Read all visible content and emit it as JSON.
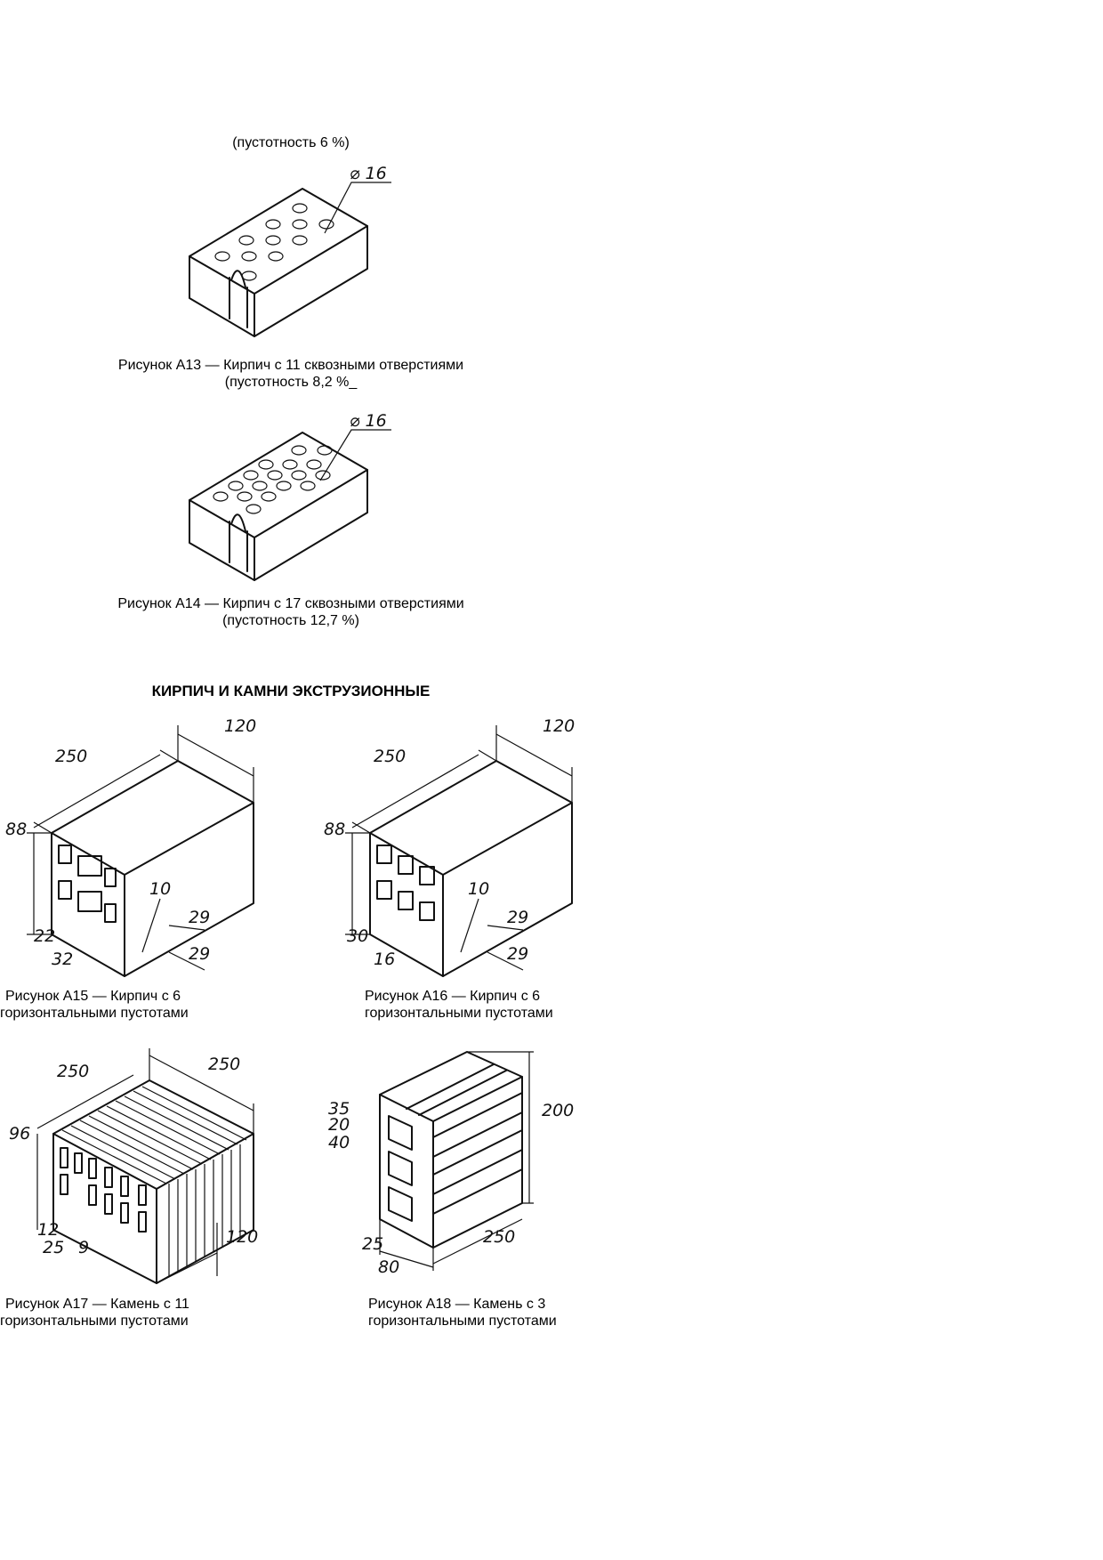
{
  "captions": {
    "top_note": "(пустотность 6 %)",
    "a13_line1": "Рисунок А13 — Кирпич с 11 сквозными отверстиями",
    "a13_line2": "(пустотность 8,2 %_",
    "a14_line1": "Рисунок А14 — Кирпич с 17 сквозными отверстиями",
    "a14_line2": "(пустотность 12,7 %)",
    "a15_line1": "Рисунок А15 — Кирпич с 6",
    "a15_line2": "горизонтальными пустотами",
    "a16_line1": "Рисунок А16 — Кирпич с 6",
    "a16_line2": "горизонтальными пустотами",
    "a17_line1": "Рисунок А17 — Камень с 11",
    "a17_line2": "горизонтальными пустотами",
    "a18_line1": "Рисунок А18 — Камень с 3",
    "a18_line2": "горизонтальными пустотами"
  },
  "section_heading": "КИРПИЧ И КАМНИ ЭКСТРУЗИОННЫЕ",
  "figures": {
    "a13": {
      "hole_dim": "⌀ 16"
    },
    "a14": {
      "hole_dim": "⌀ 16"
    },
    "a15": {
      "length": "250",
      "width": "120",
      "height": "88",
      "d1": "10",
      "d2": "29",
      "d3": "29",
      "d4": "22",
      "d5": "32"
    },
    "a16": {
      "length": "250",
      "width": "120",
      "height": "88",
      "d1": "10",
      "d2": "29",
      "d3": "29",
      "d4": "30",
      "d5": "16"
    },
    "a17": {
      "length": "250",
      "depth": "250",
      "height": "96",
      "width": "120",
      "d1": "12",
      "d2": "25",
      "d3": "9"
    },
    "a18": {
      "d1": "35",
      "d2": "20",
      "d3": "40",
      "height": "200",
      "length": "250",
      "d4": "25",
      "d5": "80"
    }
  }
}
